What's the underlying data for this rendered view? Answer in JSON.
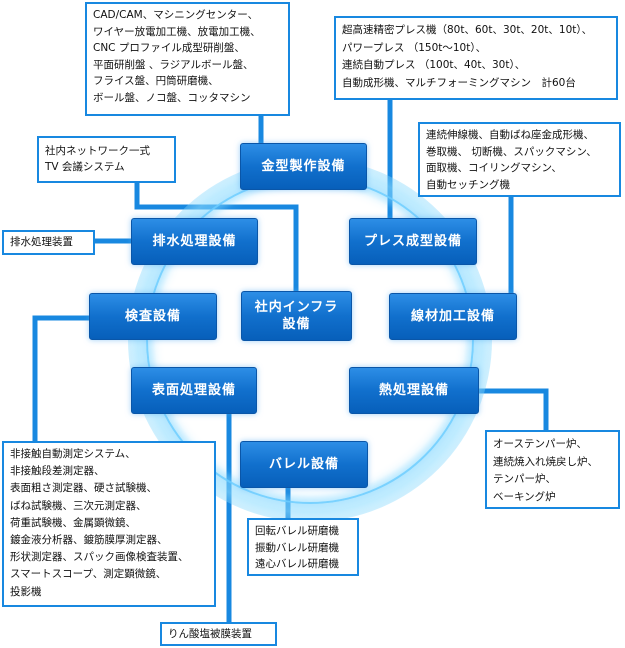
{
  "nodes": {
    "kanagata": "金型製作設備",
    "haisui": "排水処理設備",
    "press": "プレス成型設備",
    "kensa": "検査設備",
    "infra": "社内インフラ\n設備",
    "senzai": "線材加工設備",
    "hyomen": "表面処理設備",
    "netsu": "熱処理設備",
    "barrel": "バレル設備"
  },
  "notes": {
    "kanagata": "CAD/CAM、マシニングセンター、\nワイヤー放電加工機、放電加工機、\nCNC プロファイル成型研削盤、\n平面研削盤 、ラジアルボール盤、\nフライス盤、円筒研磨機、\nボール盤、ノコ盤、コッタマシン",
    "press": "超高速精密プレス機（80t、60t、30t、20t、10t）、\nパワープレス （150t～10t）、\n連続自動プレス （100t、40t、30t）、\n自動成形機、マルチフォーミングマシン　計60台",
    "infra": "社内ネットワーク一式\nTV 会議システム",
    "senzai": "連続伸線機、自動ばね座金成形機、\n巻取機、 切断機、スパックマシン、\n面取機、コイリングマシン、\n自動セッチング機",
    "haisui": "排水処理装置",
    "kensa": "非接触自動測定システム、\n非接触段差測定器、\n表面粗さ測定器、硬さ試験機、\nばね試験機、三次元測定器、\n荷重試験機、金属顕微鏡、\n鍍金液分析器、鍍筋膜厚測定器、\n形状測定器、スパック画像検査装置、\nスマートスコープ、測定顕微鏡、\n投影機",
    "netsu": "オーステンパー炉、\n連続焼入れ焼戻し炉、\nテンパー炉、\nベーキング炉",
    "barrel": "回転バレル研磨機\n振動バレル研磨機\n遠心バレル研磨機",
    "hyomen": "りん酸塩被膜装置"
  },
  "colors": {
    "node_fill": "#1170cd",
    "connector": "#1888e0",
    "ring_glow": "#78d2ff"
  }
}
